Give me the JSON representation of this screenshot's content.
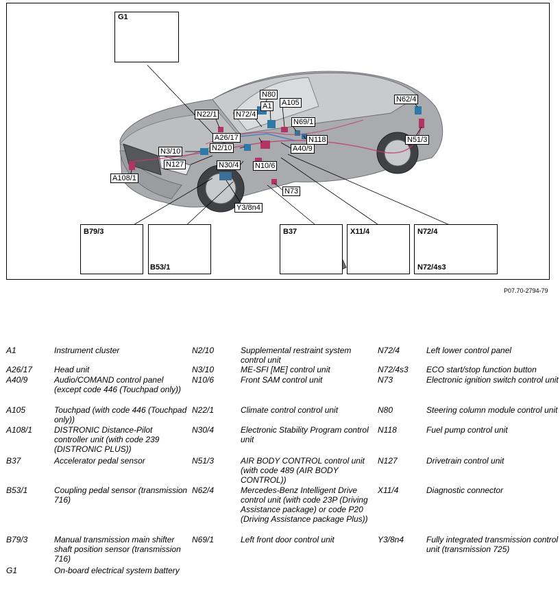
{
  "figure_reference": "P07.70-2794-79",
  "insets": {
    "g1": "G1",
    "b79_3": "B79/3",
    "b53_1": "B53/1",
    "b37": "B37",
    "x11_4": "X11/4",
    "n72_4": "N72/4",
    "n72_4s3": "N72/4s3"
  },
  "callouts": {
    "n80": "N80",
    "a1": "A1",
    "a105": "A105",
    "n62_4": "N62/4",
    "n22_1": "N22/1",
    "n72_4": "N72/4",
    "n69_1": "N69/1",
    "a26_17": "A26/17",
    "n118": "N118",
    "n51_3": "N51/3",
    "n3_10": "N3/10",
    "n2_10": "N2/10",
    "a40_9": "A40/9",
    "n127": "N127",
    "n30_4": "N30/4",
    "n10_6": "N10/6",
    "a108_1": "A108/1",
    "n73": "N73",
    "y3_8n4": "Y3/8n4"
  },
  "legend": [
    {
      "code": "A1",
      "desc": "Instrument cluster"
    },
    {
      "code": "A26/17",
      "desc": "Head unit"
    },
    {
      "code": "A40/9",
      "desc": "Audio/COMAND control panel (except code 446 (Touchpad only))"
    },
    {
      "code": "A105",
      "desc": "Touchpad (with code 446 (Touchpad only))"
    },
    {
      "code": "A108/1",
      "desc": "DISTRONIC Distance-Pilot controller unit (with code 239 (DISTRONIC PLUS))"
    },
    {
      "code": "B37",
      "desc": "Accelerator pedal sensor"
    },
    {
      "code": "B53/1",
      "desc": "Coupling pedal sensor (transmission 716)"
    },
    {
      "code": "B79/3",
      "desc": "Manual transmission main shifter shaft position sensor (transmission 716)"
    },
    {
      "code": "G1",
      "desc": "On-board electrical system battery"
    },
    {
      "code": "N2/10",
      "desc": "Supplemental restraint system control unit"
    },
    {
      "code": "N3/10",
      "desc": "ME-SFI [ME] control unit"
    },
    {
      "code": "N10/6",
      "desc": "Front SAM control unit"
    },
    {
      "code": "N22/1",
      "desc": "Climate control control unit"
    },
    {
      "code": "N30/4",
      "desc": "Electronic Stability Program control unit"
    },
    {
      "code": "N51/3",
      "desc": "AIR BODY CONTROL control unit (with code 489 (AIR BODY CONTROL))"
    },
    {
      "code": "N62/4",
      "desc": "Mercedes-Benz Intelligent Drive control unit (with code 23P (Driving Assistance package) or code P20 (Driving Assistance package Plus))"
    },
    {
      "code": "N69/1",
      "desc": "Left front door control unit"
    },
    {
      "code": "N72/4",
      "desc": "Left lower control panel"
    },
    {
      "code": "N72/4s3",
      "desc": "ECO start/stop function button"
    },
    {
      "code": "N73",
      "desc": "Electronic ignition switch control unit"
    },
    {
      "code": "N80",
      "desc": "Steering column module control unit"
    },
    {
      "code": "N118",
      "desc": "Fuel pump control unit"
    },
    {
      "code": "N127",
      "desc": "Drivetrain control unit"
    },
    {
      "code": "X11/4",
      "desc": "Diagnostic connector"
    },
    {
      "code": "Y3/8n4",
      "desc": "Fully integrated transmission control unit (transmission 725)"
    }
  ]
}
